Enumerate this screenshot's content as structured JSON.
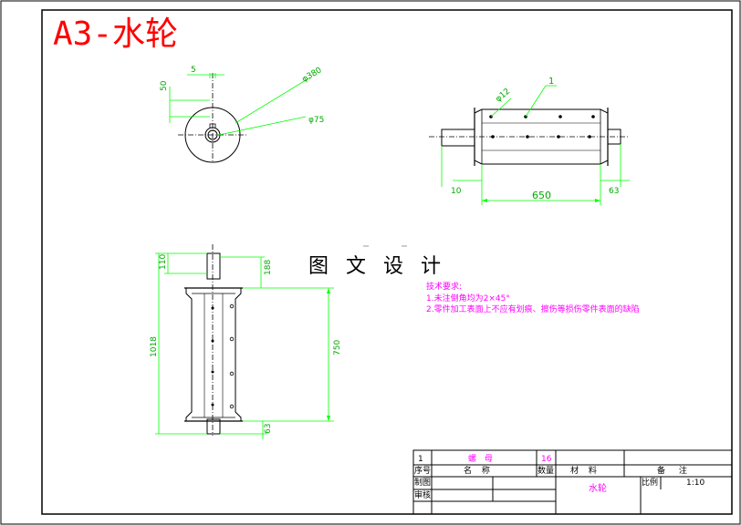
{
  "title": "A3-水轮",
  "watermark": "图 文 设 计",
  "tech_requirements": {
    "heading": "技术要求:",
    "items": [
      "1.未注倒角均为2×45°",
      "2.零件加工表面上不应有划痕、擦伤等损伤零件表面的缺陷"
    ]
  },
  "dimensions": {
    "side_view": {
      "d5": "5",
      "d50": "50",
      "d380": "φ380",
      "d75": "φ75"
    },
    "top_view": {
      "d12": "φ12",
      "balloon": "1",
      "d10": "10",
      "d650": "650",
      "d63": "63"
    },
    "front_view": {
      "d110": "110",
      "d188": "188",
      "d1018": "1018",
      "d750": "750",
      "d63": "63"
    }
  },
  "title_block": {
    "row_no": "1",
    "row_name": "螺 母",
    "row_qty": "16",
    "h_no": "序号",
    "h_name": "名 称",
    "h_qty": "数量",
    "h_mat": "材 料",
    "h_remark": "备 注",
    "drawn": "制图",
    "checked": "审核",
    "part_name": "水轮",
    "scale_label": "比例",
    "scale": "1:10"
  },
  "colors": {
    "frame": "#000000",
    "dimension": "#00ff00",
    "title": "#ff0000",
    "notes": "#ff00ff"
  }
}
